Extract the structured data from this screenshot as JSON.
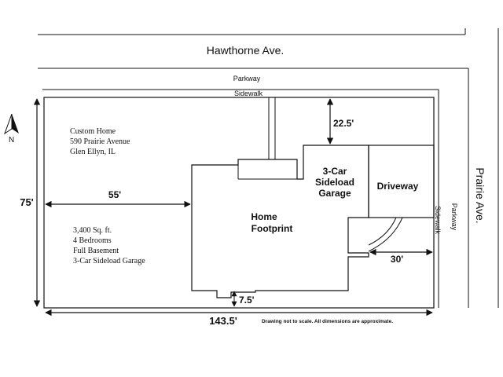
{
  "streets": {
    "north": "Hawthorne Ave.",
    "east": "Prairie Ave."
  },
  "labels": {
    "parkway_top": "Parkway",
    "sidewalk_top": "Sidewalk",
    "parkway_side": "Parkway",
    "sidewalk_side": "Sidewalk",
    "garage_line1": "3-Car",
    "garage_line2": "Sideload",
    "garage_line3": "Garage",
    "driveway": "Driveway",
    "home_line1": "Home",
    "home_line2": "Footprint",
    "north_arrow": "N"
  },
  "address": {
    "line1": "Custom Home",
    "line2": "590 Prairie Avenue",
    "line3": "Glen Ellyn, IL"
  },
  "features": {
    "line1": "3,400 Sq. ft.",
    "line2": "4 Bedrooms",
    "line3": "Full Basement",
    "line4": "3-Car Sideload Garage"
  },
  "dimensions": {
    "depth": "75'",
    "width": "143.5'",
    "front_setback": "55'",
    "top_setback": "22.5'",
    "driveway_width": "30'",
    "rear_setback": "7.5'"
  },
  "note": "Drawing not to scale. All dimensions are approximate."
}
